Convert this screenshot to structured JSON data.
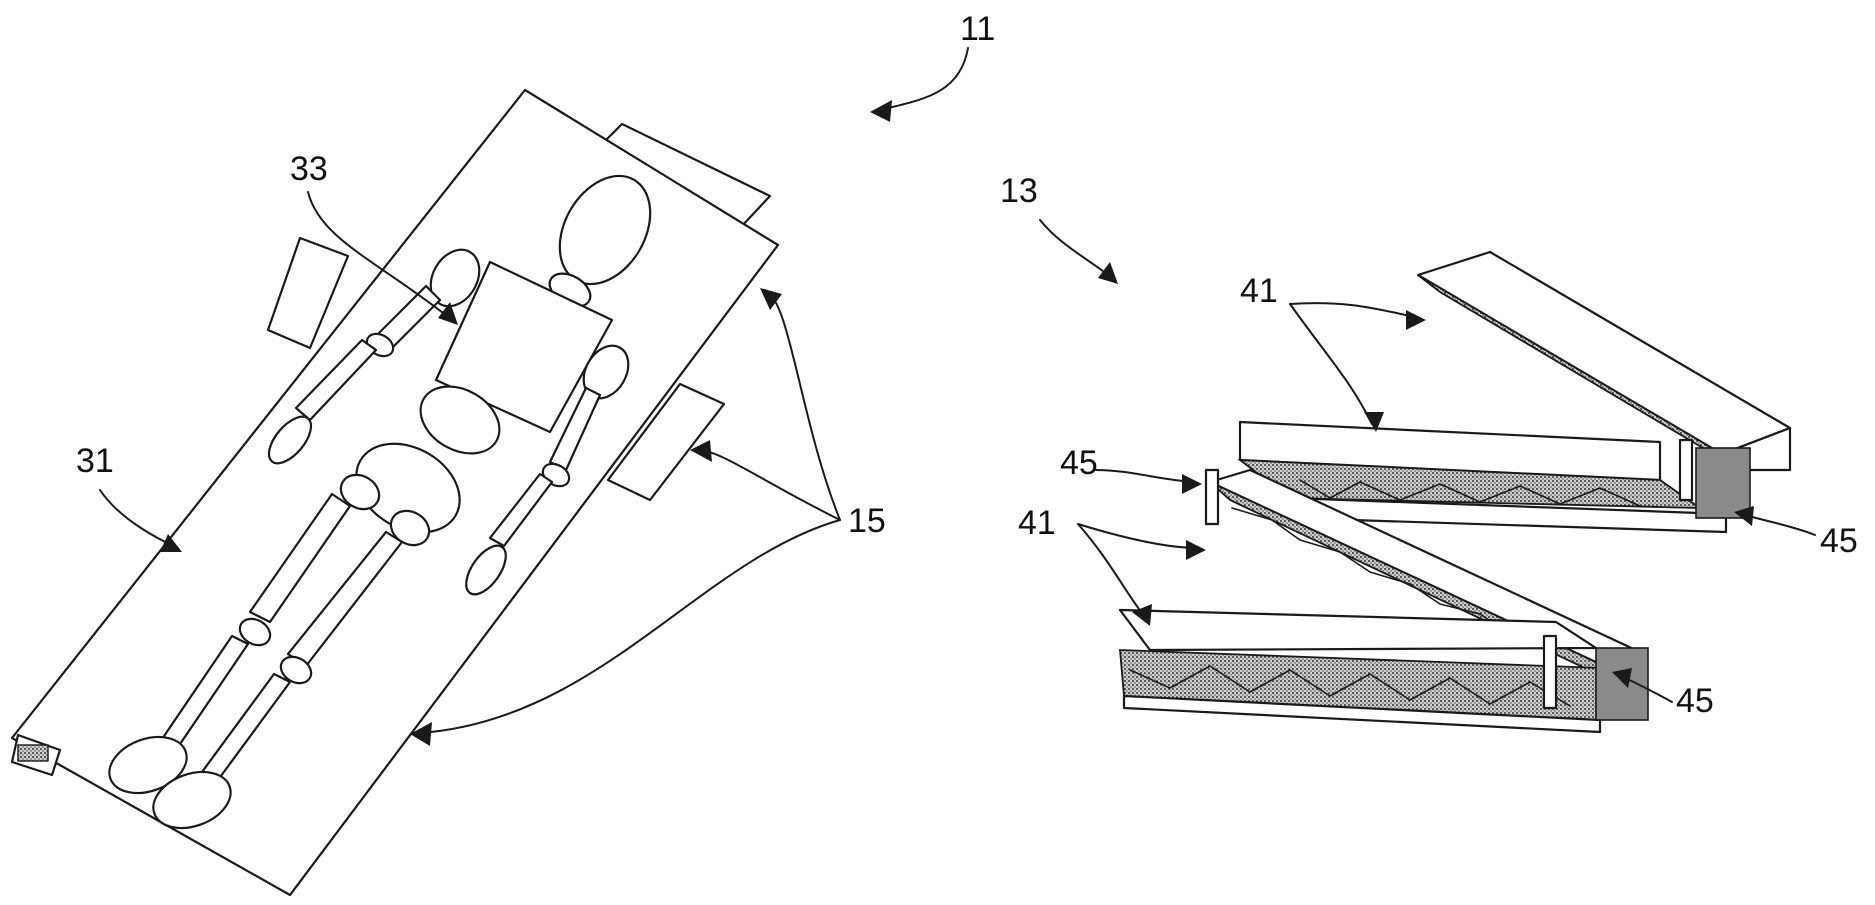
{
  "labels": {
    "assembly": "11",
    "module": "13",
    "straps": "15",
    "board": "31",
    "patient": "33",
    "panel_top": "41",
    "panel_bottom": "41",
    "connector_left": "45",
    "connector_right_top": "45",
    "connector_right_bottom": "45"
  }
}
